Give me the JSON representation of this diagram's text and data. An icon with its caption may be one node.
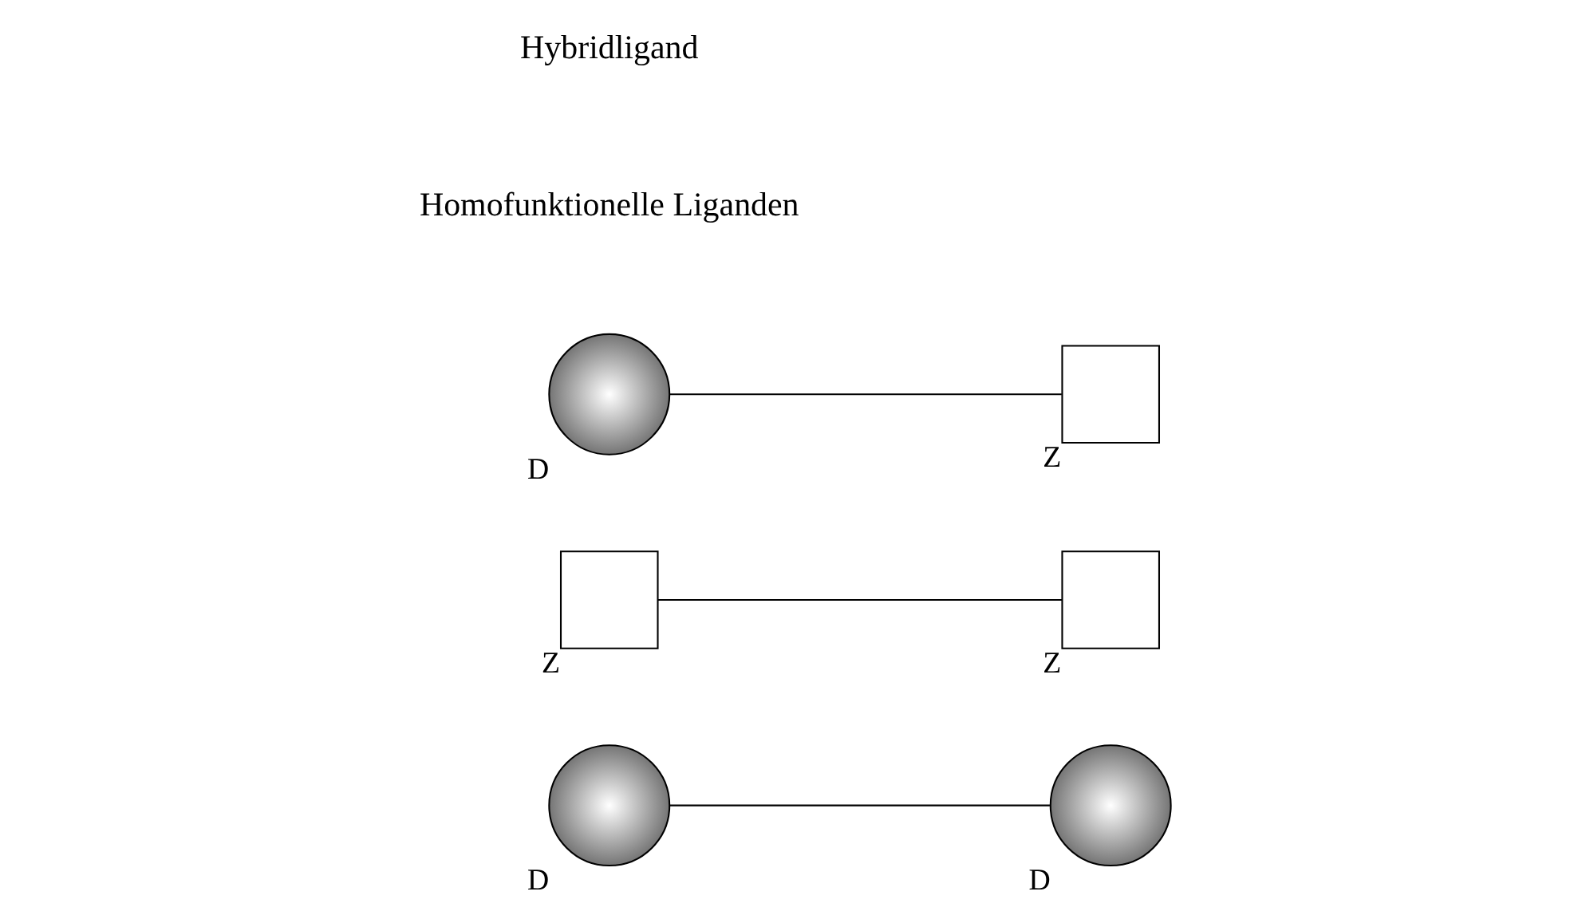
{
  "diagram": {
    "nodes": [
      {
        "text": [],
        "shape": "circle",
        "beside": [
          "D"
        ]
      },
      {
        "text": [],
        "shape": "circle",
        "beside": [
          "D"
        ]
      },
      {
        "text": [],
        "shape": "box",
        "beside": [
          "Z"
        ]
      },
      {
        "text": [],
        "shape": "box",
        "beside": [
          "Z"
        ]
      },
      {
        "text": [],
        "shape": "circle",
        "beside": [
          "D"
        ]
      },
      {
        "text": [],
        "shape": "box",
        "beside": [
          "Z"
        ]
      }
    ],
    "edges": [
      {
        "from": 0,
        "to": 1,
        "arrow": "none"
      },
      {
        "from": 2,
        "to": 3,
        "arrow": "none"
      },
      {
        "from": 4,
        "to": 5,
        "arrow": "none"
      }
    ],
    "labels": [
      "Homofunktionelle Liganden",
      "Hybridligand"
    ]
  }
}
